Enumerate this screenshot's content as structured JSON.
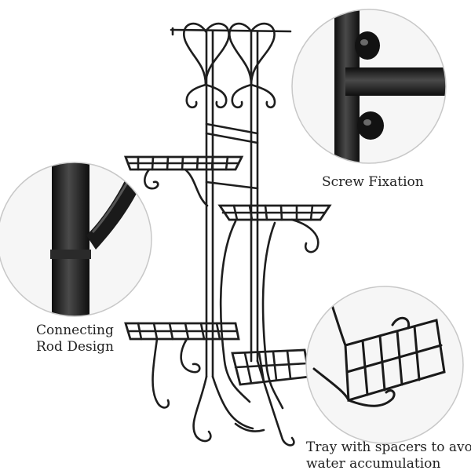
{
  "captions": {
    "screw_fixation": "Screw Fixation",
    "connecting_rod_line1": "Connecting",
    "connecting_rod_line2": "Rod Design",
    "tray_line1": "Tray with spacers to avoid",
    "tray_line2": "water accumulation"
  },
  "colors": {
    "background": "#ffffff",
    "metal": "#1e1e1e",
    "metal_highlight": "#5a5a5a",
    "circle_border": "#c8c8c8",
    "text": "#222222"
  },
  "icons": [
    "plant-stand-illustration",
    "screw-detail-image",
    "rod-joint-detail-image",
    "tray-detail-image"
  ]
}
